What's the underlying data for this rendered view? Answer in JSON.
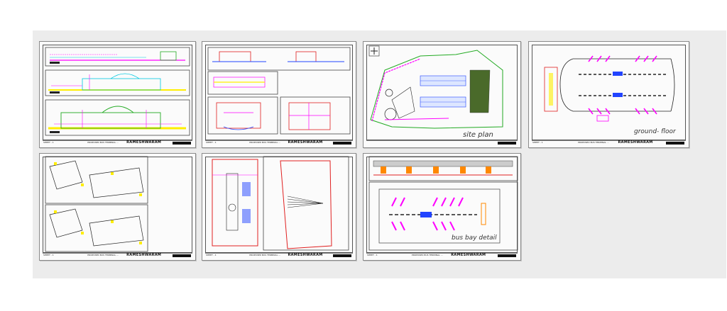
{
  "project": {
    "location": "RAMESHWARAM",
    "project_line": "PROPOSED BUS TERMINAL ...",
    "sheet_prefix": "SHEET - 1"
  },
  "sheets": [
    {
      "id": "s1",
      "content": "elevations"
    },
    {
      "id": "s2",
      "content": "sections-and-plans"
    },
    {
      "id": "s3",
      "content": "site-plan",
      "caption": "site plan"
    },
    {
      "id": "s4",
      "content": "ground-floor",
      "caption": "ground- floor"
    },
    {
      "id": "s5",
      "content": "bay-layouts"
    },
    {
      "id": "s6",
      "content": "terminal-plan"
    },
    {
      "id": "s7",
      "content": "bus-bay-detail",
      "caption": "bus bay detail"
    }
  ],
  "colors": {
    "magenta": "#ff00ff",
    "yellow": "#ffee00",
    "cyan": "#00c8e0",
    "green": "#22aa22",
    "red": "#e02020",
    "blue": "#2244ff",
    "dark": "#222222"
  }
}
